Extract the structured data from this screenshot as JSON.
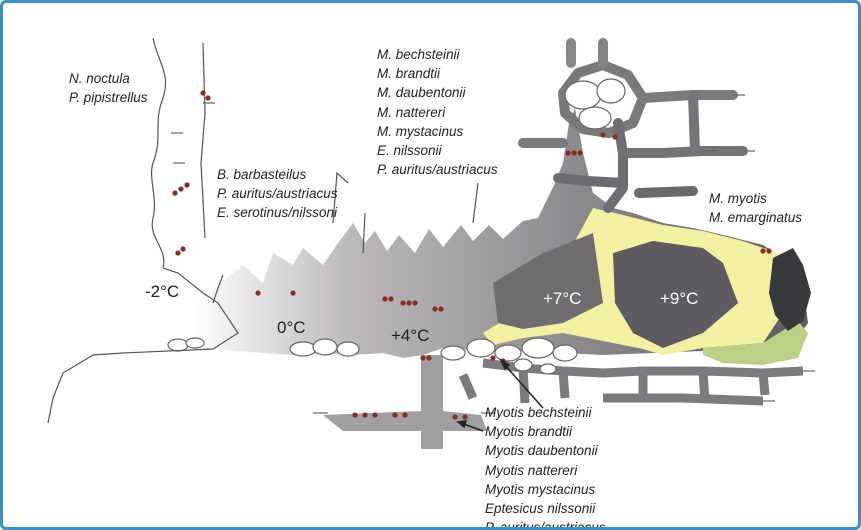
{
  "colors": {
    "frame": "#3b8fc9",
    "cave_warm": "#5c5b5e",
    "cave_cold": "#ffffff",
    "cave_deepest": "#38393c",
    "yellow_zone": "#f4f0a2",
    "green_zone": "#bccf86",
    "bat": "#8b2c22",
    "rock": "#ffffff",
    "outline": "#555555"
  },
  "icons": {
    "bat_cluster": "bat-cluster-icon",
    "pointer_arrow": "arrow-icon"
  },
  "groups": {
    "entrance": [
      "N. noctula",
      "P. pipistrellus"
    ],
    "upper_passage": [
      "B. barbasteilus",
      "P. auritus/austriacus",
      "E. serotinus/nilssoni"
    ],
    "upper_chambers": [
      "M. bechsteinii",
      "M. brandtii",
      "M. daubentonii",
      "M. nattereri",
      "M. mystacinus",
      "E. nilssonii",
      "P. auritus/austriacus"
    ],
    "deep_part": [
      "M. myotis",
      "M. emarginatus"
    ],
    "lower_passages": [
      "Myotis bechsteinii",
      "Myotis brandtii",
      "Myotis daubentonii",
      "Myotis nattereri",
      "Myotis mystacinus",
      "Eptesicus nilssonii",
      "P. auritus/austriacus"
    ]
  },
  "temperatures": [
    "-2°C",
    "0°C",
    "+4°C",
    "+7°C",
    "+9°C"
  ]
}
